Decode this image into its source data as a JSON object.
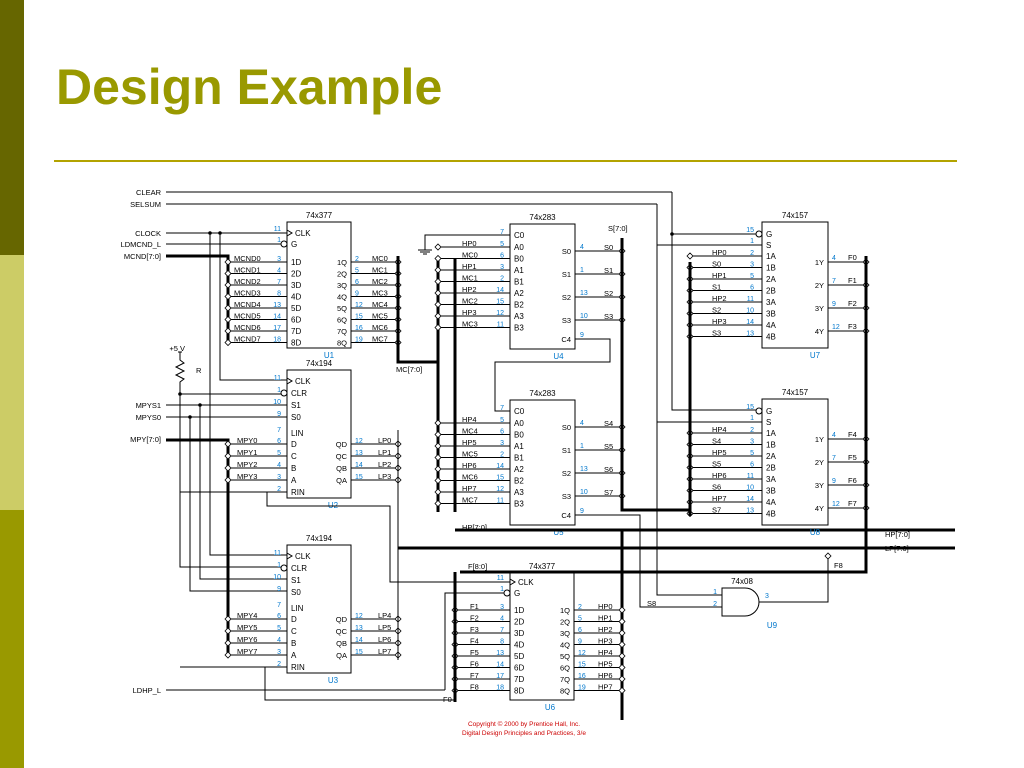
{
  "slide": {
    "title": "Design Example"
  },
  "copyright": [
    "Copyright © 2000 by Prentice Hall, Inc.",
    "Digital Design Principles and Practices, 3/e"
  ],
  "globals": {
    "clear": "CLEAR",
    "selsum": "SELSUM",
    "clock": "CLOCK",
    "ldmcnd": "LDMCND_L",
    "mcnd_bus": "MCND[7:0]",
    "vcc": "+5 V",
    "res": "R",
    "mpys1": "MPYS1",
    "mpys0": "MPYS0",
    "mpy_bus": "MPY[7:0]",
    "ldhp": "LDHP_L",
    "mc_bus": "MC[7:0]",
    "s_bus": "S[7:0]",
    "hp_bus": "HP[7:0]",
    "lp_bus": "LP[7:0]",
    "f_bus": "F[8:0]",
    "f8": "F8",
    "f0": "F0",
    "s8": "S8"
  },
  "chips": {
    "u1": {
      "type": "74x377",
      "ref": "U1",
      "left": [
        "CLK",
        "G",
        "1D",
        "2D",
        "3D",
        "4D",
        "5D",
        "6D",
        "7D",
        "8D"
      ],
      "right": [
        "1Q",
        "2Q",
        "3Q",
        "4Q",
        "5Q",
        "6Q",
        "7Q",
        "8Q"
      ]
    },
    "u2": {
      "type": "74x194",
      "ref": "U2",
      "left": [
        "CLK",
        "CLR",
        "S1",
        "S0",
        "LIN",
        "D",
        "C",
        "B",
        "A",
        "RIN"
      ],
      "right": [
        "QD",
        "QC",
        "QB",
        "QA"
      ]
    },
    "u3": {
      "type": "74x194",
      "ref": "U3",
      "left": [
        "CLK",
        "CLR",
        "S1",
        "S0",
        "LIN",
        "D",
        "C",
        "B",
        "A",
        "RIN"
      ],
      "right": [
        "QD",
        "QC",
        "QB",
        "QA"
      ]
    },
    "u4": {
      "type": "74x283",
      "ref": "U4",
      "left": [
        "C0",
        "A0",
        "B0",
        "A1",
        "B1",
        "A2",
        "B2",
        "A3",
        "B3"
      ],
      "right": [
        "S0",
        "S1",
        "S2",
        "S3",
        "C4"
      ]
    },
    "u5": {
      "type": "74x283",
      "ref": "U5",
      "left": [
        "C0",
        "A0",
        "B0",
        "A1",
        "B1",
        "A2",
        "B2",
        "A3",
        "B3"
      ],
      "right": [
        "S0",
        "S1",
        "S2",
        "S3",
        "C4"
      ]
    },
    "u6": {
      "type": "74x377",
      "ref": "U6",
      "left": [
        "CLK",
        "G",
        "1D",
        "2D",
        "3D",
        "4D",
        "5D",
        "6D",
        "7D",
        "8D"
      ],
      "right": [
        "1Q",
        "2Q",
        "3Q",
        "4Q",
        "5Q",
        "6Q",
        "7Q",
        "8Q"
      ]
    },
    "u7": {
      "type": "74x157",
      "ref": "U7",
      "left": [
        "G",
        "S",
        "1A",
        "1B",
        "2A",
        "2B",
        "3A",
        "3B",
        "4A",
        "4B"
      ],
      "right": [
        "1Y",
        "2Y",
        "3Y",
        "4Y"
      ]
    },
    "u8": {
      "type": "74x157",
      "ref": "U8",
      "left": [
        "G",
        "S",
        "1A",
        "1B",
        "2A",
        "2B",
        "3A",
        "3B",
        "4A",
        "4B"
      ],
      "right": [
        "1Y",
        "2Y",
        "3Y",
        "4Y"
      ]
    },
    "u9": {
      "type": "74x08",
      "ref": "U9"
    }
  },
  "u1_io": {
    "clk_pin": "11",
    "g_pin": "1",
    "in_sigs": [
      "MCND0",
      "MCND1",
      "MCND2",
      "MCND3",
      "MCND4",
      "MCND5",
      "MCND6",
      "MCND7"
    ],
    "in_pins": [
      "3",
      "4",
      "7",
      "8",
      "13",
      "14",
      "17",
      "18"
    ],
    "out_pins": [
      "2",
      "5",
      "6",
      "9",
      "12",
      "15",
      "16",
      "19"
    ],
    "out_sigs": [
      "MC0",
      "MC1",
      "MC2",
      "MC3",
      "MC4",
      "MC5",
      "MC6",
      "MC7"
    ]
  },
  "u2_io": {
    "ctl_pins": [
      "11",
      "1",
      "10",
      "9",
      "7"
    ],
    "in_sigs": [
      "MPY0",
      "MPY1",
      "MPY2",
      "MPY3"
    ],
    "in_pins": [
      "6",
      "5",
      "4",
      "3"
    ],
    "rin_pin": "2",
    "out_pins": [
      "12",
      "13",
      "14",
      "15"
    ],
    "out_sigs": [
      "LP0",
      "LP1",
      "LP2",
      "LP3"
    ]
  },
  "u3_io": {
    "ctl_pins": [
      "11",
      "1",
      "10",
      "9",
      "7"
    ],
    "in_sigs": [
      "MPY4",
      "MPY5",
      "MPY6",
      "MPY7"
    ],
    "in_pins": [
      "6",
      "5",
      "4",
      "3"
    ],
    "rin_pin": "2",
    "out_pins": [
      "12",
      "13",
      "14",
      "15"
    ],
    "out_sigs": [
      "LP4",
      "LP5",
      "LP6",
      "LP7"
    ]
  },
  "u4_io": {
    "c0_pin": "7",
    "in_sigs": [
      "HP0",
      "MC0",
      "HP1",
      "MC1",
      "HP2",
      "MC2",
      "HP3",
      "MC3"
    ],
    "in_pins": [
      "5",
      "6",
      "3",
      "2",
      "14",
      "15",
      "12",
      "11"
    ],
    "out_pins": [
      "4",
      "1",
      "13",
      "10",
      "9"
    ],
    "out_sigs": [
      "S0",
      "S1",
      "S2",
      "S3",
      ""
    ]
  },
  "u5_io": {
    "c0_pin": "7",
    "in_sigs": [
      "HP4",
      "MC4",
      "HP5",
      "MC5",
      "HP6",
      "MC6",
      "HP7",
      "MC7"
    ],
    "in_pins": [
      "5",
      "6",
      "3",
      "2",
      "14",
      "15",
      "12",
      "11"
    ],
    "out_pins": [
      "4",
      "1",
      "13",
      "10",
      "9"
    ],
    "out_sigs": [
      "S4",
      "S5",
      "S6",
      "S7",
      ""
    ]
  },
  "u6_io": {
    "clk_pin": "11",
    "g_pin": "1",
    "in_sigs": [
      "F1",
      "F2",
      "F3",
      "F4",
      "F5",
      "F6",
      "F7",
      "F8"
    ],
    "in_pins": [
      "3",
      "4",
      "7",
      "8",
      "13",
      "14",
      "17",
      "18"
    ],
    "out_pins": [
      "2",
      "5",
      "6",
      "9",
      "12",
      "15",
      "16",
      "19"
    ],
    "out_sigs": [
      "HP0",
      "HP1",
      "HP2",
      "HP3",
      "HP4",
      "HP5",
      "HP6",
      "HP7"
    ]
  },
  "u7_io": {
    "g_pin": "15",
    "s_pin": "1",
    "in_sigs": [
      "HP0",
      "S0",
      "HP1",
      "S1",
      "HP2",
      "S2",
      "HP3",
      "S3"
    ],
    "in_pins": [
      "2",
      "3",
      "5",
      "6",
      "11",
      "10",
      "14",
      "13"
    ],
    "out_pins": [
      "4",
      "7",
      "9",
      "12"
    ],
    "out_sigs": [
      "F0",
      "F1",
      "F2",
      "F3"
    ]
  },
  "u8_io": {
    "g_pin": "15",
    "s_pin": "1",
    "in_sigs": [
      "HP4",
      "S4",
      "HP5",
      "S5",
      "HP6",
      "S6",
      "HP7",
      "S7"
    ],
    "in_pins": [
      "2",
      "3",
      "5",
      "6",
      "11",
      "10",
      "14",
      "13"
    ],
    "out_pins": [
      "4",
      "7",
      "9",
      "12"
    ],
    "out_sigs": [
      "F4",
      "F5",
      "F6",
      "F7"
    ]
  },
  "u9_io": {
    "in_pins": [
      "1",
      "2"
    ],
    "out_pin": "3"
  }
}
